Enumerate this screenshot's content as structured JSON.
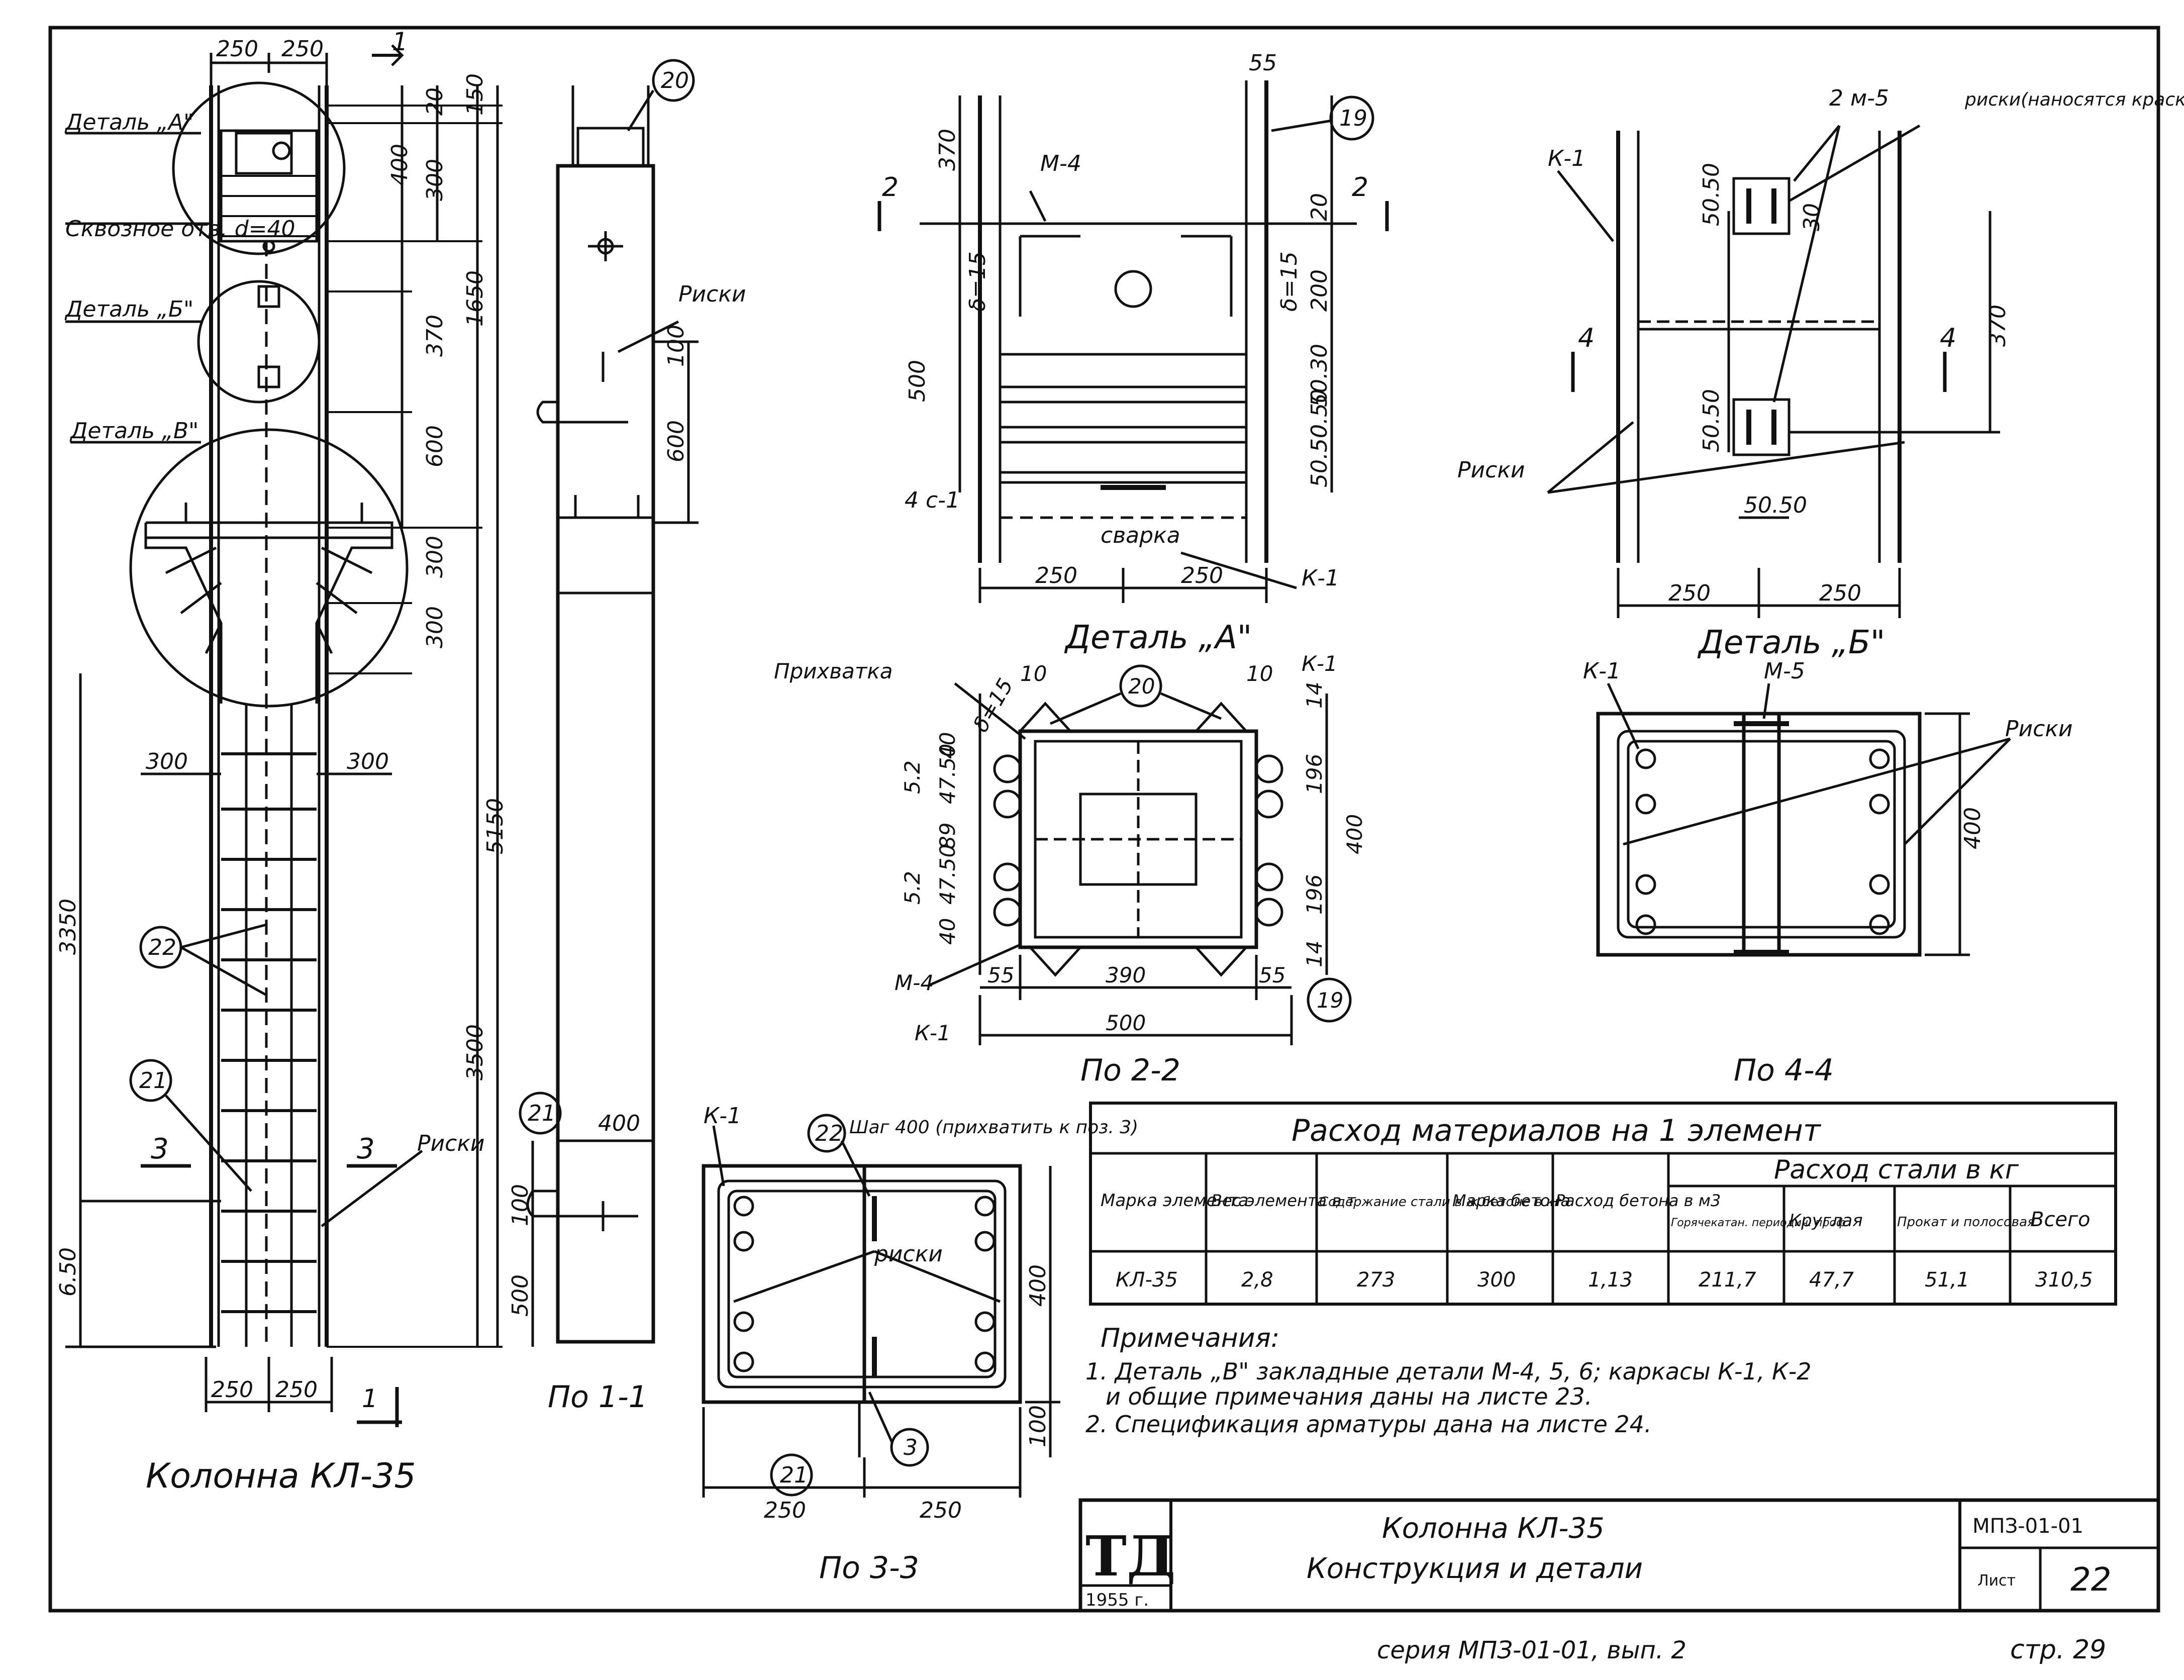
{
  "sheet": {
    "org": "ТД",
    "year": "1955 г.",
    "series_code": "МПЗ-01-01",
    "sheet_label": "Лист",
    "sheet_no": "22",
    "title_line1": "Колонна КЛ-35",
    "title_line2": "Конструкция и детали",
    "footer_series": "серия МПЗ-01-01, вып. 2",
    "footer_page": "стр. 29"
  },
  "column": {
    "title": "Колонна КЛ-35",
    "callouts": [
      "Деталь „А\"",
      "Сквозное отв. d=40",
      "Деталь „Б\"",
      "Деталь „В\""
    ],
    "dims_top": [
      "250",
      "250"
    ],
    "dims_bottom": [
      "250",
      "250"
    ],
    "dims_right_small": [
      "20",
      "400",
      "300",
      "370",
      "600",
      "300",
      "300",
      "150",
      "1650"
    ],
    "dims_right_long": [
      "5150",
      "3500"
    ],
    "dims_left": [
      "3350",
      "6.50"
    ],
    "dims_side": [
      "300",
      "300"
    ],
    "marks": [
      "22",
      "21"
    ],
    "section_mark": "3",
    "risk_label": "Риски",
    "cut_mark": "1"
  },
  "section11": {
    "title": "По 1-1",
    "marks": [
      "20",
      "21"
    ],
    "risk_label": "Риски",
    "dims": [
      "100",
      "600",
      "400",
      "100",
      "500"
    ]
  },
  "detailA": {
    "title": "Деталь „А\"",
    "labels": [
      "М-4",
      "сварка",
      "К-1",
      "4 с-1"
    ],
    "dims_left": [
      "370",
      "500"
    ],
    "dims_right": [
      "20",
      "200",
      "50.30",
      "50.50",
      "50.50"
    ],
    "weld_labels": [
      "δ=15",
      "δ=15"
    ],
    "dims_top": "55",
    "dims_bottom": [
      "250",
      "250"
    ],
    "mark": "19",
    "cut": "2"
  },
  "detailB": {
    "title": "Деталь „Б\"",
    "labels": [
      "К-1",
      "2 м-5",
      "риски(наносятся краской)",
      "Риски"
    ],
    "dims": [
      "50.50",
      "370",
      "50.50",
      "50.50",
      "30"
    ],
    "dims_bottom": [
      "250",
      "250"
    ],
    "cut": "4"
  },
  "section22": {
    "title": "По 2-2",
    "labels": [
      "Прихватка",
      "δ=15",
      "К-1",
      "М-4",
      "К-1"
    ],
    "marks": [
      "20",
      "19"
    ],
    "dims_top": [
      "10",
      "10"
    ],
    "dims_left": [
      "40",
      "47.50",
      "89",
      "47.50",
      "40",
      "5.2",
      "5.2"
    ],
    "dims_right": [
      "14",
      "196",
      "400",
      "196",
      "14"
    ],
    "dims_bottom": [
      "55",
      "390",
      "55",
      "500"
    ]
  },
  "section44": {
    "title": "По 4-4",
    "labels": [
      "К-1",
      "М-5",
      "Риски"
    ],
    "dim": "400"
  },
  "section33": {
    "title": "По 3-3",
    "labels": [
      "К-1",
      "Шаг 400 (прихватить к поз. 3)",
      "риски"
    ],
    "marks": [
      "22",
      "21",
      "3"
    ],
    "dims": [
      "400",
      "100",
      "250",
      "250"
    ]
  },
  "materials": {
    "title": "Расход материалов на 1 элемент",
    "group_header": "Расход стали в кг",
    "headers": [
      "Марка элемента",
      "Вес элемента в т",
      "Содержание стали в ж.бетоне в кг",
      "Марка бетона",
      "Расход бетона в м3",
      "Горячекатан. периодич. проф.",
      "Круглая",
      "Прокат и полосовая",
      "Всего"
    ],
    "row": [
      "КЛ-35",
      "2,8",
      "273",
      "300",
      "1,13",
      "211,7",
      "47,7",
      "51,1",
      "310,5"
    ]
  },
  "notes": {
    "title": "Примечания:",
    "items": [
      "1. Деталь „В\" закладные детали М-4, 5, 6; каркасы К-1, К-2",
      "и общие примечания даны на листе 23.",
      "2. Спецификация арматуры дана на листе 24."
    ]
  }
}
